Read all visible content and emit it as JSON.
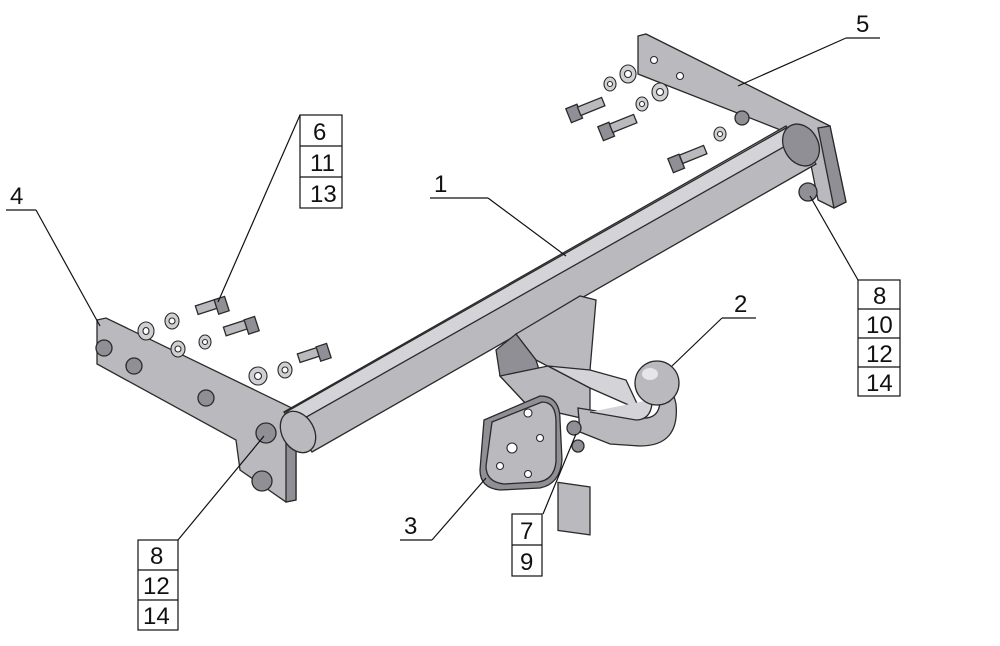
{
  "colors": {
    "steel": "#b9b9be",
    "steel_dark": "#8f8f95",
    "steel_light": "#d4d4d8",
    "outline": "#2a2a2a",
    "label": "#111111"
  },
  "callouts": {
    "c1": "1",
    "c2": "2",
    "c3": "3",
    "c4": "4",
    "c5": "5",
    "group_top_left": [
      "6",
      "11",
      "13"
    ],
    "group_right": [
      "8",
      "10",
      "12",
      "14"
    ],
    "group_bottom_left": [
      "8",
      "12",
      "14"
    ],
    "group_center": [
      "7",
      "9"
    ]
  }
}
